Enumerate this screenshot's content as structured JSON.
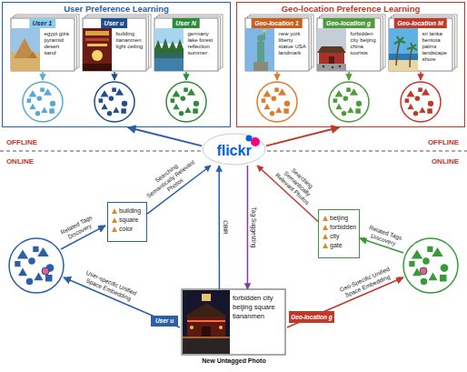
{
  "diagram": {
    "nodes": [
      {
        "text": [
          "User Preference Learning"
        ]
      },
      {
        "text": [
          "User 1",
          "egypt giza pyramid desert sand"
        ],
        "in": 0
      },
      {
        "text": [
          "User u",
          "building tiananmen light ceiling"
        ],
        "in": 0
      },
      {
        "text": [
          "User N",
          "germany lake forest reflection summer"
        ],
        "in": 0
      },
      {
        "text": [
          "Geo-location Preference Learning"
        ]
      },
      {
        "text": [
          "Geo-location 1",
          "new york liberty statue USA landmark"
        ],
        "in": 4
      },
      {
        "text": [
          "Geo-location g",
          "forbidden city beijing china tourists"
        ],
        "in": 4
      },
      {
        "text": [
          "Geo-location M",
          "sri lanka bentota palms landscape shore"
        ],
        "in": 4
      },
      {
        "text": [
          "flickr"
        ]
      },
      {
        "text": [
          "building",
          "square",
          "color"
        ]
      },
      {
        "text": [
          "beijing",
          "forbidden",
          "city",
          "gate"
        ]
      },
      {
        "text": [
          "forbidden city beijing square tiananmen",
          "New Untagged Photo"
        ]
      },
      {
        "text": [
          "User u"
        ]
      },
      {
        "text": [
          "Geo-location g"
        ]
      }
    ],
    "edges": [
      {
        "from": 8,
        "to": 0,
        "arrow": "to"
      },
      {
        "from": 8,
        "to": 4,
        "arrow": "to"
      },
      {
        "from": 9,
        "to": 8,
        "label": "Searching Semantically Relevant Photos",
        "arrow": "to"
      },
      {
        "from": 10,
        "to": 8,
        "label": "Searching Semantically Relevant Photos",
        "arrow": "to"
      },
      {
        "from": 11,
        "to": 8,
        "label": "CBIR",
        "arrow": "to"
      },
      {
        "from": 8,
        "to": 11,
        "label": "Tag Suggesting",
        "arrow": "to"
      }
    ],
    "labels": [
      "OFFLINE",
      "OFFLINE",
      "ONLINE",
      "ONLINE",
      "Related Tags Discovery",
      "Related Tags Discovery",
      "User-specific Unified Space Embedding",
      "Geo-Specific Unified Space Embedding"
    ]
  }
}
